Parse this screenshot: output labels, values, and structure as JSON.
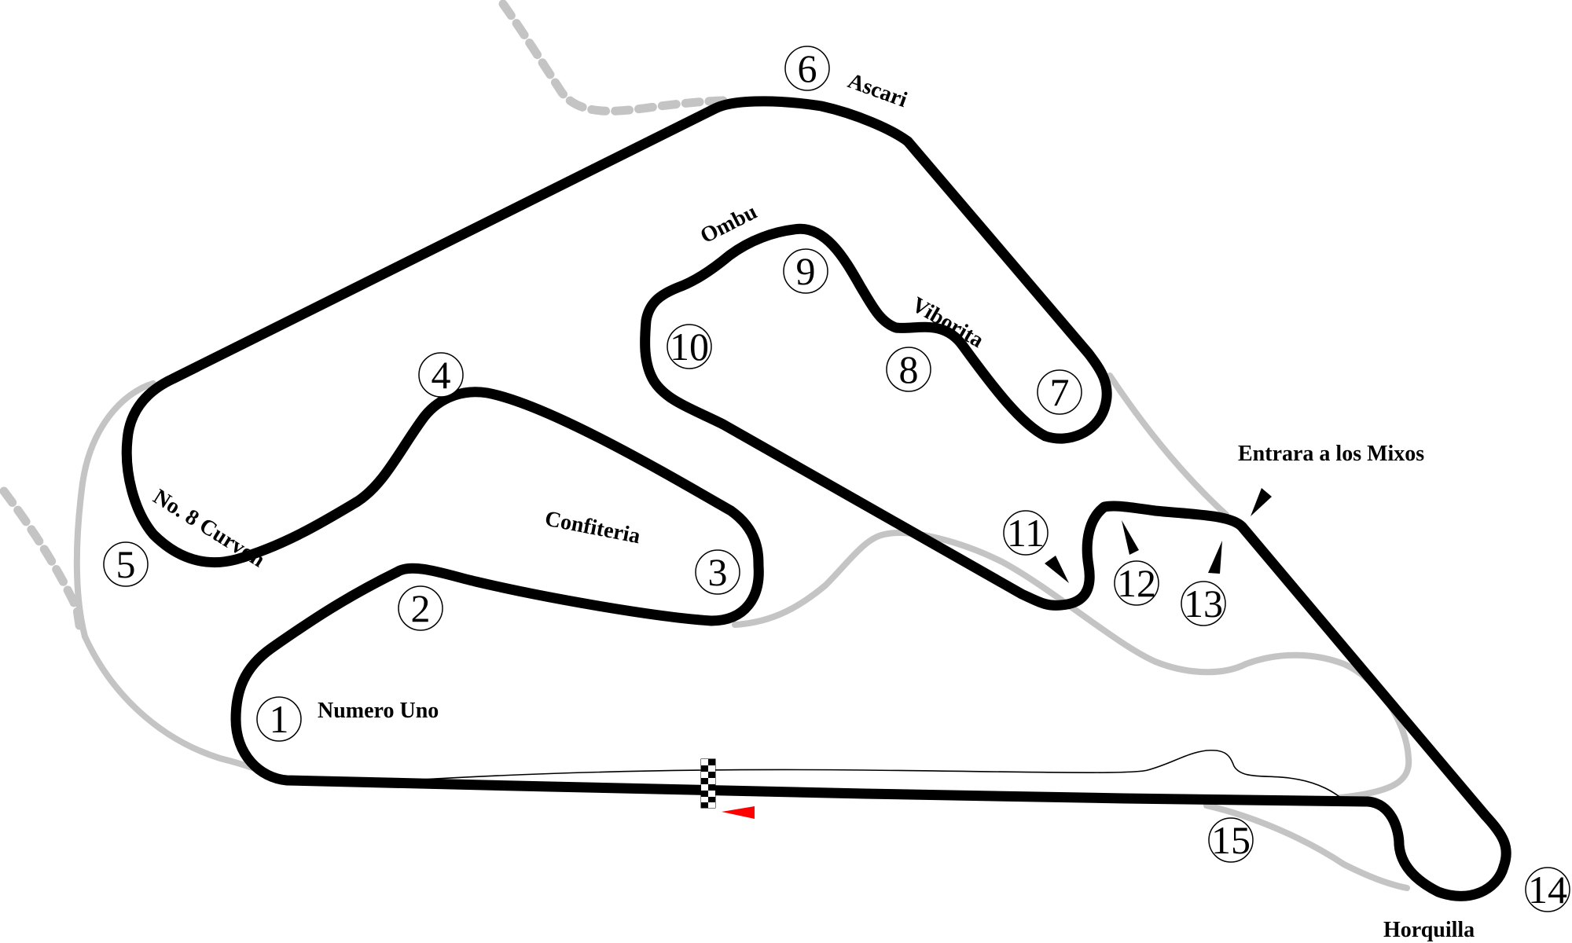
{
  "diagram": {
    "turns": [
      {
        "id": "t1",
        "label": "1"
      },
      {
        "id": "t2",
        "label": "2"
      },
      {
        "id": "t3",
        "label": "3"
      },
      {
        "id": "t4",
        "label": "4"
      },
      {
        "id": "t5",
        "label": "5"
      },
      {
        "id": "t6",
        "label": "6"
      },
      {
        "id": "t7",
        "label": "7"
      },
      {
        "id": "t8",
        "label": "8"
      },
      {
        "id": "t9",
        "label": "9"
      },
      {
        "id": "t10",
        "label": "10"
      },
      {
        "id": "t11",
        "label": "11"
      },
      {
        "id": "t12",
        "label": "12"
      },
      {
        "id": "t13",
        "label": "13"
      },
      {
        "id": "t14",
        "label": "14"
      },
      {
        "id": "t15",
        "label": "15"
      }
    ],
    "corner_names": {
      "numero_uno": "Numero Uno",
      "confiteria": "Confiteria",
      "curvon": "No. 8 Curvon",
      "ascari": "Ascari",
      "ombu": "Ombu",
      "viborita": "Viborita",
      "entrara": "Entrara a los Mixos",
      "horquilla": "Horquilla"
    },
    "colors": {
      "main_track": "#000000",
      "alternate_layout": "#c4c4c4",
      "direction_arrow": "#ff0000"
    }
  }
}
